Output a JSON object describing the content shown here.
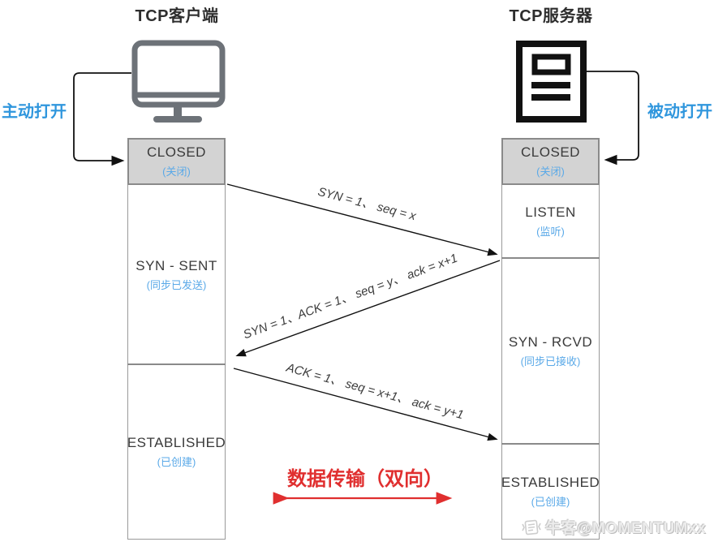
{
  "client": {
    "title": "TCP客户端",
    "open_label": "主动打开",
    "icon": "monitor-icon",
    "states": [
      {
        "name": "CLOSED",
        "zh": "(关闭)"
      },
      {
        "name": "SYN - SENT",
        "zh": "(同步已发送)"
      },
      {
        "name": "ESTABLISHED",
        "zh": "(已创建)"
      }
    ]
  },
  "server": {
    "title": "TCP服务器",
    "open_label": "被动打开",
    "icon": "document-icon",
    "states": [
      {
        "name": "CLOSED",
        "zh": "(关闭)"
      },
      {
        "name": "LISTEN",
        "zh": "(监听)"
      },
      {
        "name": "SYN - RCVD",
        "zh": "(同步已接收)"
      },
      {
        "name": "ESTABLISHED",
        "zh": "(已创建)"
      }
    ]
  },
  "messages": [
    {
      "label": "SYN = 1、 seq = x"
    },
    {
      "label": "SYN = 1、ACK = 1、 seq = y、 ack = x+1"
    },
    {
      "label": "ACK = 1、 seq = x+1、 ack = y+1"
    }
  ],
  "transfer": {
    "label": "数据传输（双向）"
  },
  "watermark": {
    "text": "牛客@MOMENTUMxx",
    "icon": "niuke-logo-icon"
  },
  "colors": {
    "accent_blue": "#2f96dd",
    "state_blue": "#5aa9e8",
    "transfer_red": "#e02f2f",
    "closed_box_gray": "#d3d3d3",
    "monitor_gray": "#6d7278",
    "server_black": "#111111"
  }
}
